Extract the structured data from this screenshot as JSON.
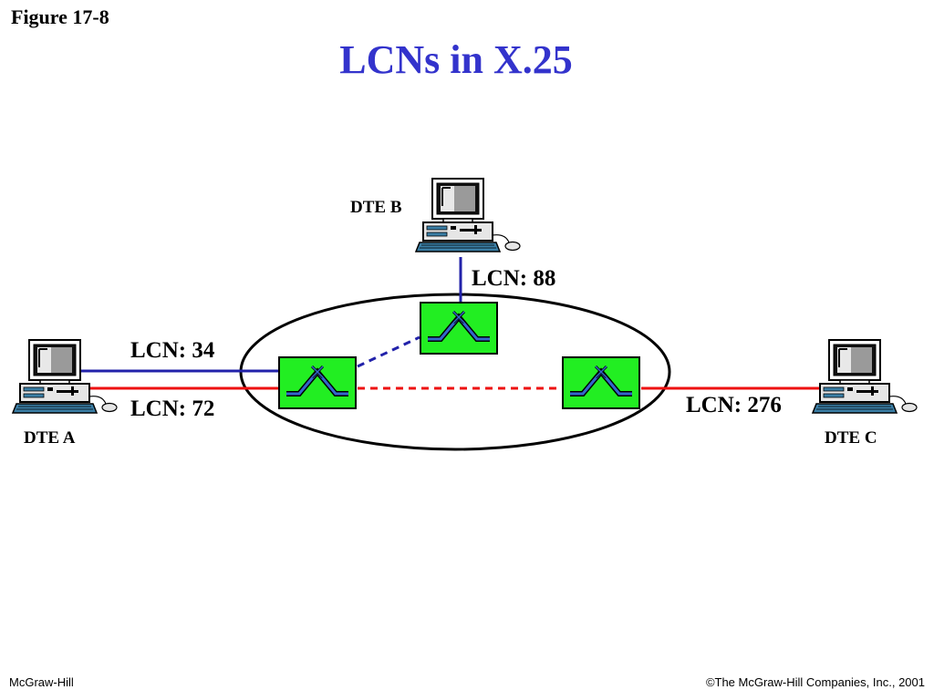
{
  "header": {
    "figure_label": "Figure 17-8",
    "title": "LCNs in X.25"
  },
  "nodes": {
    "dte_a": {
      "label": "DTE A"
    },
    "dte_b": {
      "label": "DTE B"
    },
    "dte_c": {
      "label": "DTE C"
    }
  },
  "links": {
    "lcn_34": "LCN: 34",
    "lcn_72": "LCN: 72",
    "lcn_88": "LCN: 88",
    "lcn_276": "LCN: 276"
  },
  "footer": {
    "left": "McGraw-Hill",
    "right": "©The McGraw-Hill Companies, Inc., 2001"
  },
  "colors": {
    "title": "#3333cc",
    "blue_link": "#2222aa",
    "red_link": "#ee1111",
    "switch_fill": "#22ee22",
    "switch_icon": "#3366cc"
  },
  "icons": {
    "computer": "computer-icon",
    "switch": "packet-switch-icon"
  }
}
